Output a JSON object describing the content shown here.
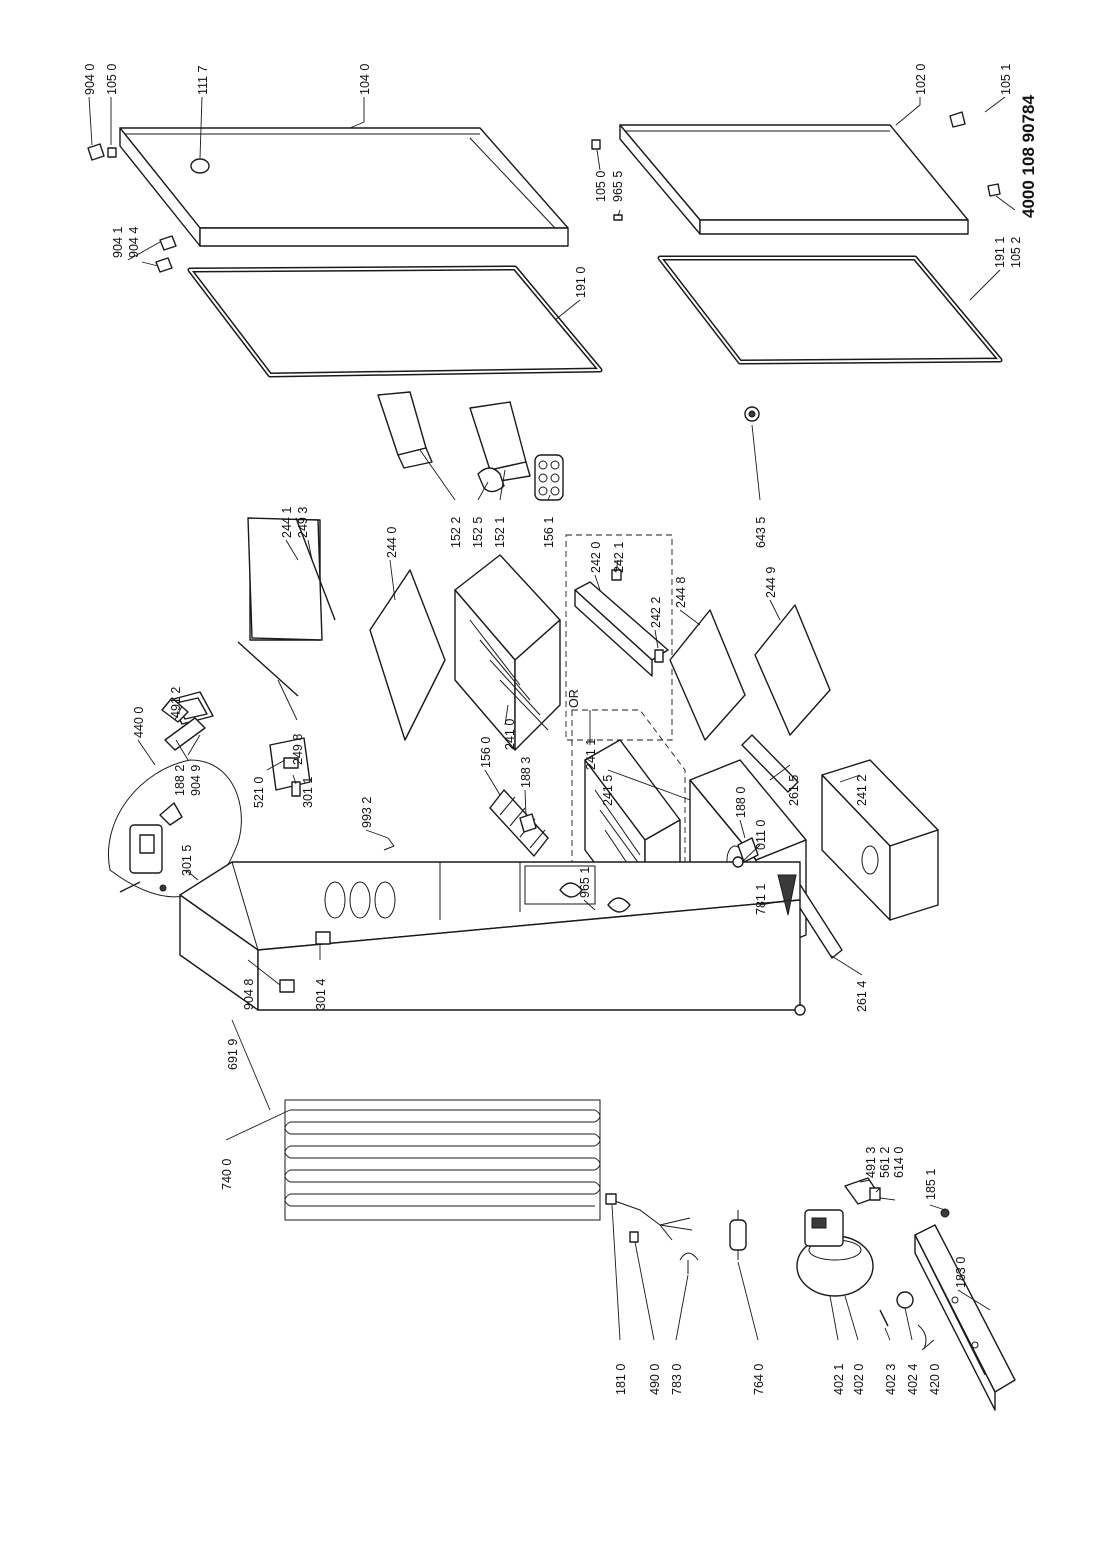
{
  "diagram": {
    "doc_number": "4000 108 90784",
    "or_text": "OR",
    "labels": [
      "904 0",
      "105 0",
      "111 7",
      "104 0",
      "904 1",
      "904 4",
      "191 0",
      "102 0",
      "105 1",
      "105 0",
      "965 5",
      "191 1",
      "105 2",
      "244 1",
      "249 3",
      "249 8",
      "244 0",
      "241 0",
      "152 2",
      "152 5",
      "152 1",
      "156 1",
      "242 0",
      "242 1",
      "242 2",
      "244 8",
      "244 9",
      "643 5",
      "440 0",
      "491 2",
      "156 0",
      "241 1",
      "241 5",
      "261 5",
      "241 2",
      "261 4",
      "188 2",
      "904 9",
      "521 0",
      "301 1",
      "993 2",
      "188 3",
      "188 0",
      "011 0",
      "781 1",
      "301 5",
      "965 1",
      "904 8",
      "301 4",
      "691 9",
      "740 0",
      "181 0",
      "490 0",
      "783 0",
      "764 0",
      "402 1",
      "402 0",
      "402 3",
      "402 4",
      "420 0",
      "491 3",
      "561 2",
      "614 0",
      "185 1",
      "183 0"
    ]
  }
}
